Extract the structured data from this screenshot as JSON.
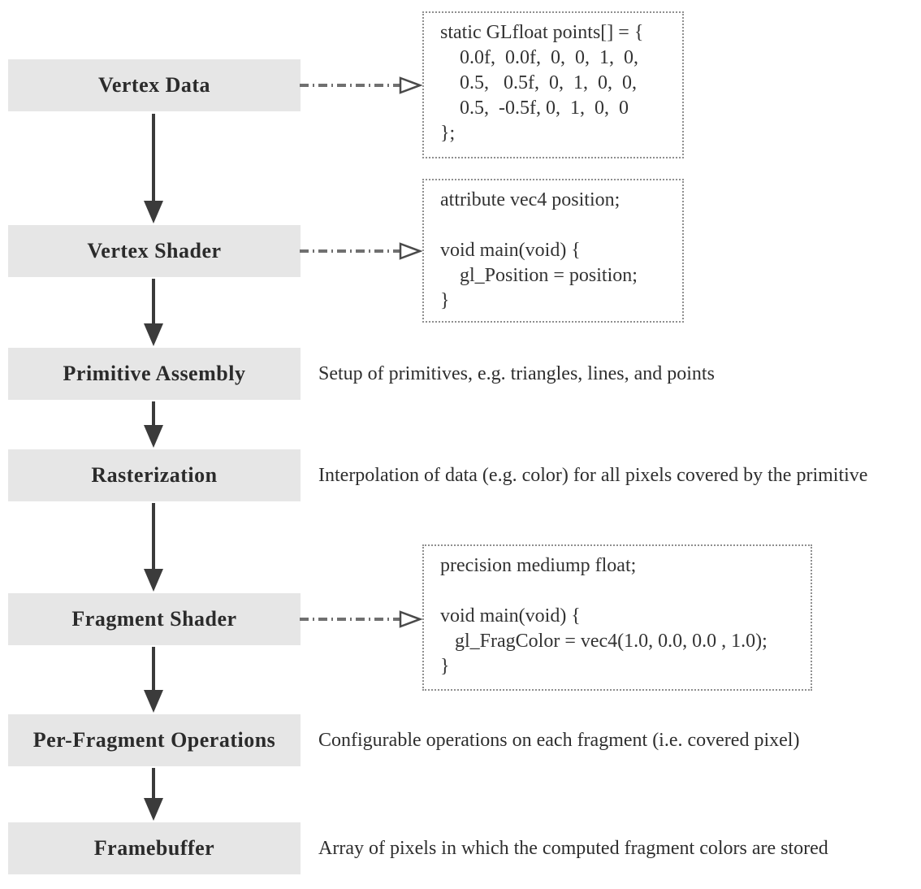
{
  "stages": [
    {
      "label": "Vertex Data"
    },
    {
      "label": "Vertex Shader"
    },
    {
      "label": "Primitive Assembly",
      "description": "Setup of primitives, e.g. triangles, lines, and points"
    },
    {
      "label": "Rasterization",
      "description": "Interpolation of data (e.g. color) for all pixels covered by the primitive"
    },
    {
      "label": "Fragment Shader"
    },
    {
      "label": "Per-Fragment Operations",
      "description": "Configurable operations on each fragment (i.e. covered pixel)"
    },
    {
      "label": "Framebuffer",
      "description": "Array of pixels in which the computed fragment colors are stored"
    }
  ],
  "code_boxes": [
    {
      "attached_to": "Vertex Data",
      "lines": [
        "static GLfloat points[] = {",
        "    0.0f,  0.0f,  0,  0,  1,  0,",
        "    0.5,   0.5f,  0,  1,  0,  0,",
        "    0.5,  -0.5f, 0,  1,  0,  0",
        "};"
      ]
    },
    {
      "attached_to": "Vertex Shader",
      "lines": [
        "attribute vec4 position;",
        "",
        "void main(void) {",
        "    gl_Position = position;",
        "}"
      ]
    },
    {
      "attached_to": "Fragment Shader",
      "lines": [
        "precision mediump float;",
        "",
        "void main(void) {",
        "   gl_FragColor = vec4(1.0, 0.0, 0.0 , 1.0);",
        "}"
      ]
    }
  ],
  "colors": {
    "stage_fill": "#e6e6e6",
    "stage_text": "#2b2b2b",
    "solid_arrow": "#3b3b3b",
    "dash_dot_connector": "#707070",
    "code_border": "#8f8f8f",
    "code_text": "#333333",
    "background": "#ffffff"
  }
}
